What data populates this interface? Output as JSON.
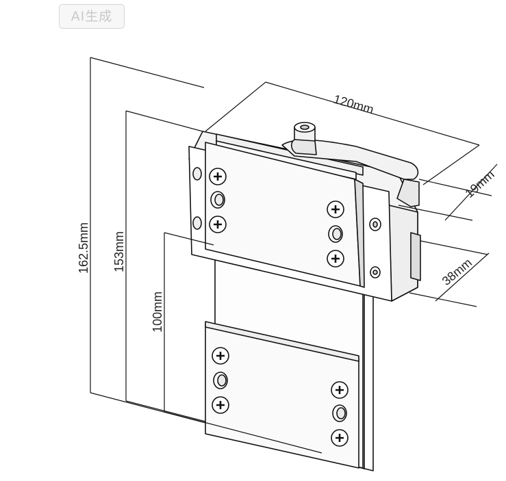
{
  "badge": {
    "label": "AI生成"
  },
  "dimensions": {
    "width": "120mm",
    "thickness": "19mm",
    "depth": "38mm",
    "overall_height": "162.5mm",
    "plate_height": "153mm",
    "lower_height": "100mm"
  },
  "colors": {
    "line": "#111111",
    "fill": "#ffffff",
    "shade": "#e9e9e9",
    "badge_text": "#c8c8c8"
  }
}
